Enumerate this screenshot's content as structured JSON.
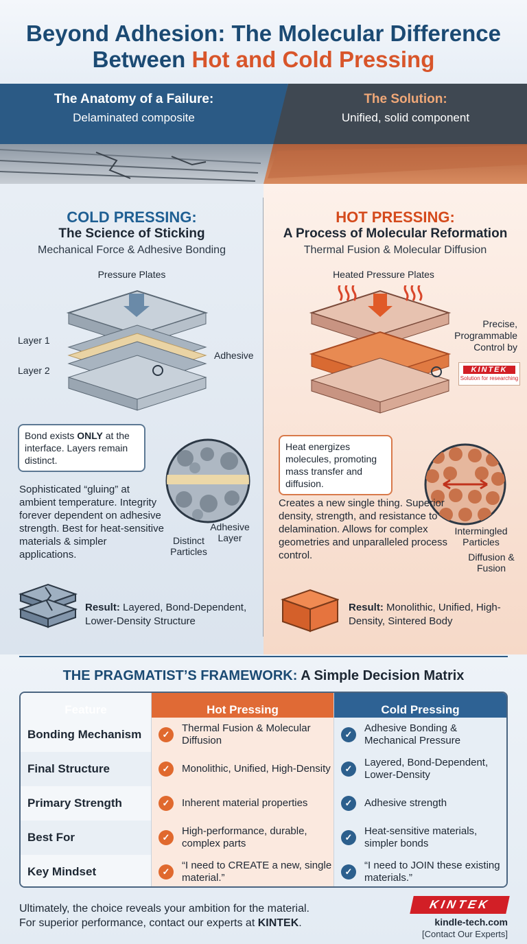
{
  "title": {
    "line1": "Beyond Adhesion: The Molecular Difference",
    "line2_prefix": "Between ",
    "line2_highlight": "Hot and Cold Pressing"
  },
  "banner": {
    "left_title": "The Anatomy of a Failure:",
    "left_sub": "Delaminated composite",
    "right_title": "The Solution:",
    "right_sub": "Unified, solid component"
  },
  "cold": {
    "heading": "COLD PRESSING:",
    "subheading": "The Science of Sticking",
    "tagline": "Mechanical Force & Adhesive Bonding",
    "plates_label": "Pressure Plates",
    "layer1": "Layer 1",
    "layer2": "Layer 2",
    "adhesive": "Adhesive",
    "callout_pre": "Bond exists ",
    "callout_bold": "ONLY",
    "callout_post": " at the interface. Layers remain distinct.",
    "particles_label": "Distinct Particles",
    "adhesive_layer_label": "Adhesive Layer",
    "description": "Sophisticated “gluing” at ambient temperature. Integrity forever dependent on adhesive strength. Best for heat-sensitive materials & simpler applications.",
    "result_label": "Result:",
    "result_text": " Layered, Bond-Dependent, Lower-Density Structure"
  },
  "hot": {
    "heading": "HOT PRESSING:",
    "subheading": "A Process of Molecular Reformation",
    "tagline": "Thermal Fusion & Molecular Diffusion",
    "plates_label": "Heated Pressure Plates",
    "control_label": "Precise, Programmable Control by",
    "badge_brand": "KINTEK",
    "badge_tagline": "Solution for researching",
    "callout": "Heat energizes molecules, promoting mass transfer and diffusion.",
    "particles_label": "Intermingled Particles",
    "diffusion_label": "Diffusion & Fusion",
    "description": "Creates a new single thing. Superior density, strength, and resistance to delamination. Allows for complex geometries and unparalleled process control.",
    "result_label": "Result:",
    "result_text": " Monolithic, Unified, High-Density, Sintered Body"
  },
  "framework": {
    "title_bold": "THE PRAGMATIST’S FRAMEWORK:",
    "title_rest": " A Simple Decision Matrix",
    "headers": [
      "Feature",
      "Hot Pressing",
      "Cold Pressing"
    ],
    "rows": [
      {
        "feature": "Bonding Mechanism",
        "hot": "Thermal Fusion & Molecular Diffusion",
        "cold": "Adhesive Bonding & Mechanical Pressure"
      },
      {
        "feature": "Final Structure",
        "hot": "Monolithic, Unified, High-Density",
        "cold": "Layered, Bond-Dependent, Lower-Density"
      },
      {
        "feature": "Primary Strength",
        "hot": "Inherent material properties",
        "cold": "Adhesive strength"
      },
      {
        "feature": "Best For",
        "hot": "High-performance, durable, complex parts",
        "cold": "Heat-sensitive materials, simpler bonds"
      },
      {
        "feature": "Key Mindset",
        "hot": "“I need to CREATE a new, single material.”",
        "cold": "“I need to JOIN these existing materials.”"
      }
    ]
  },
  "footer": {
    "line1": "Ultimately, the choice reveals your ambition for the material.",
    "line2_prefix": "For superior performance, contact our experts at ",
    "line2_brand": "KINTEK",
    "line2_suffix": ".",
    "logo": "KINTEK",
    "site": "kindle-tech.com",
    "contact": "[Contact Our Experts]"
  },
  "colors": {
    "brand_blue": "#1b4a73",
    "accent_orange": "#d8552a",
    "brand_red": "#d21f26"
  }
}
